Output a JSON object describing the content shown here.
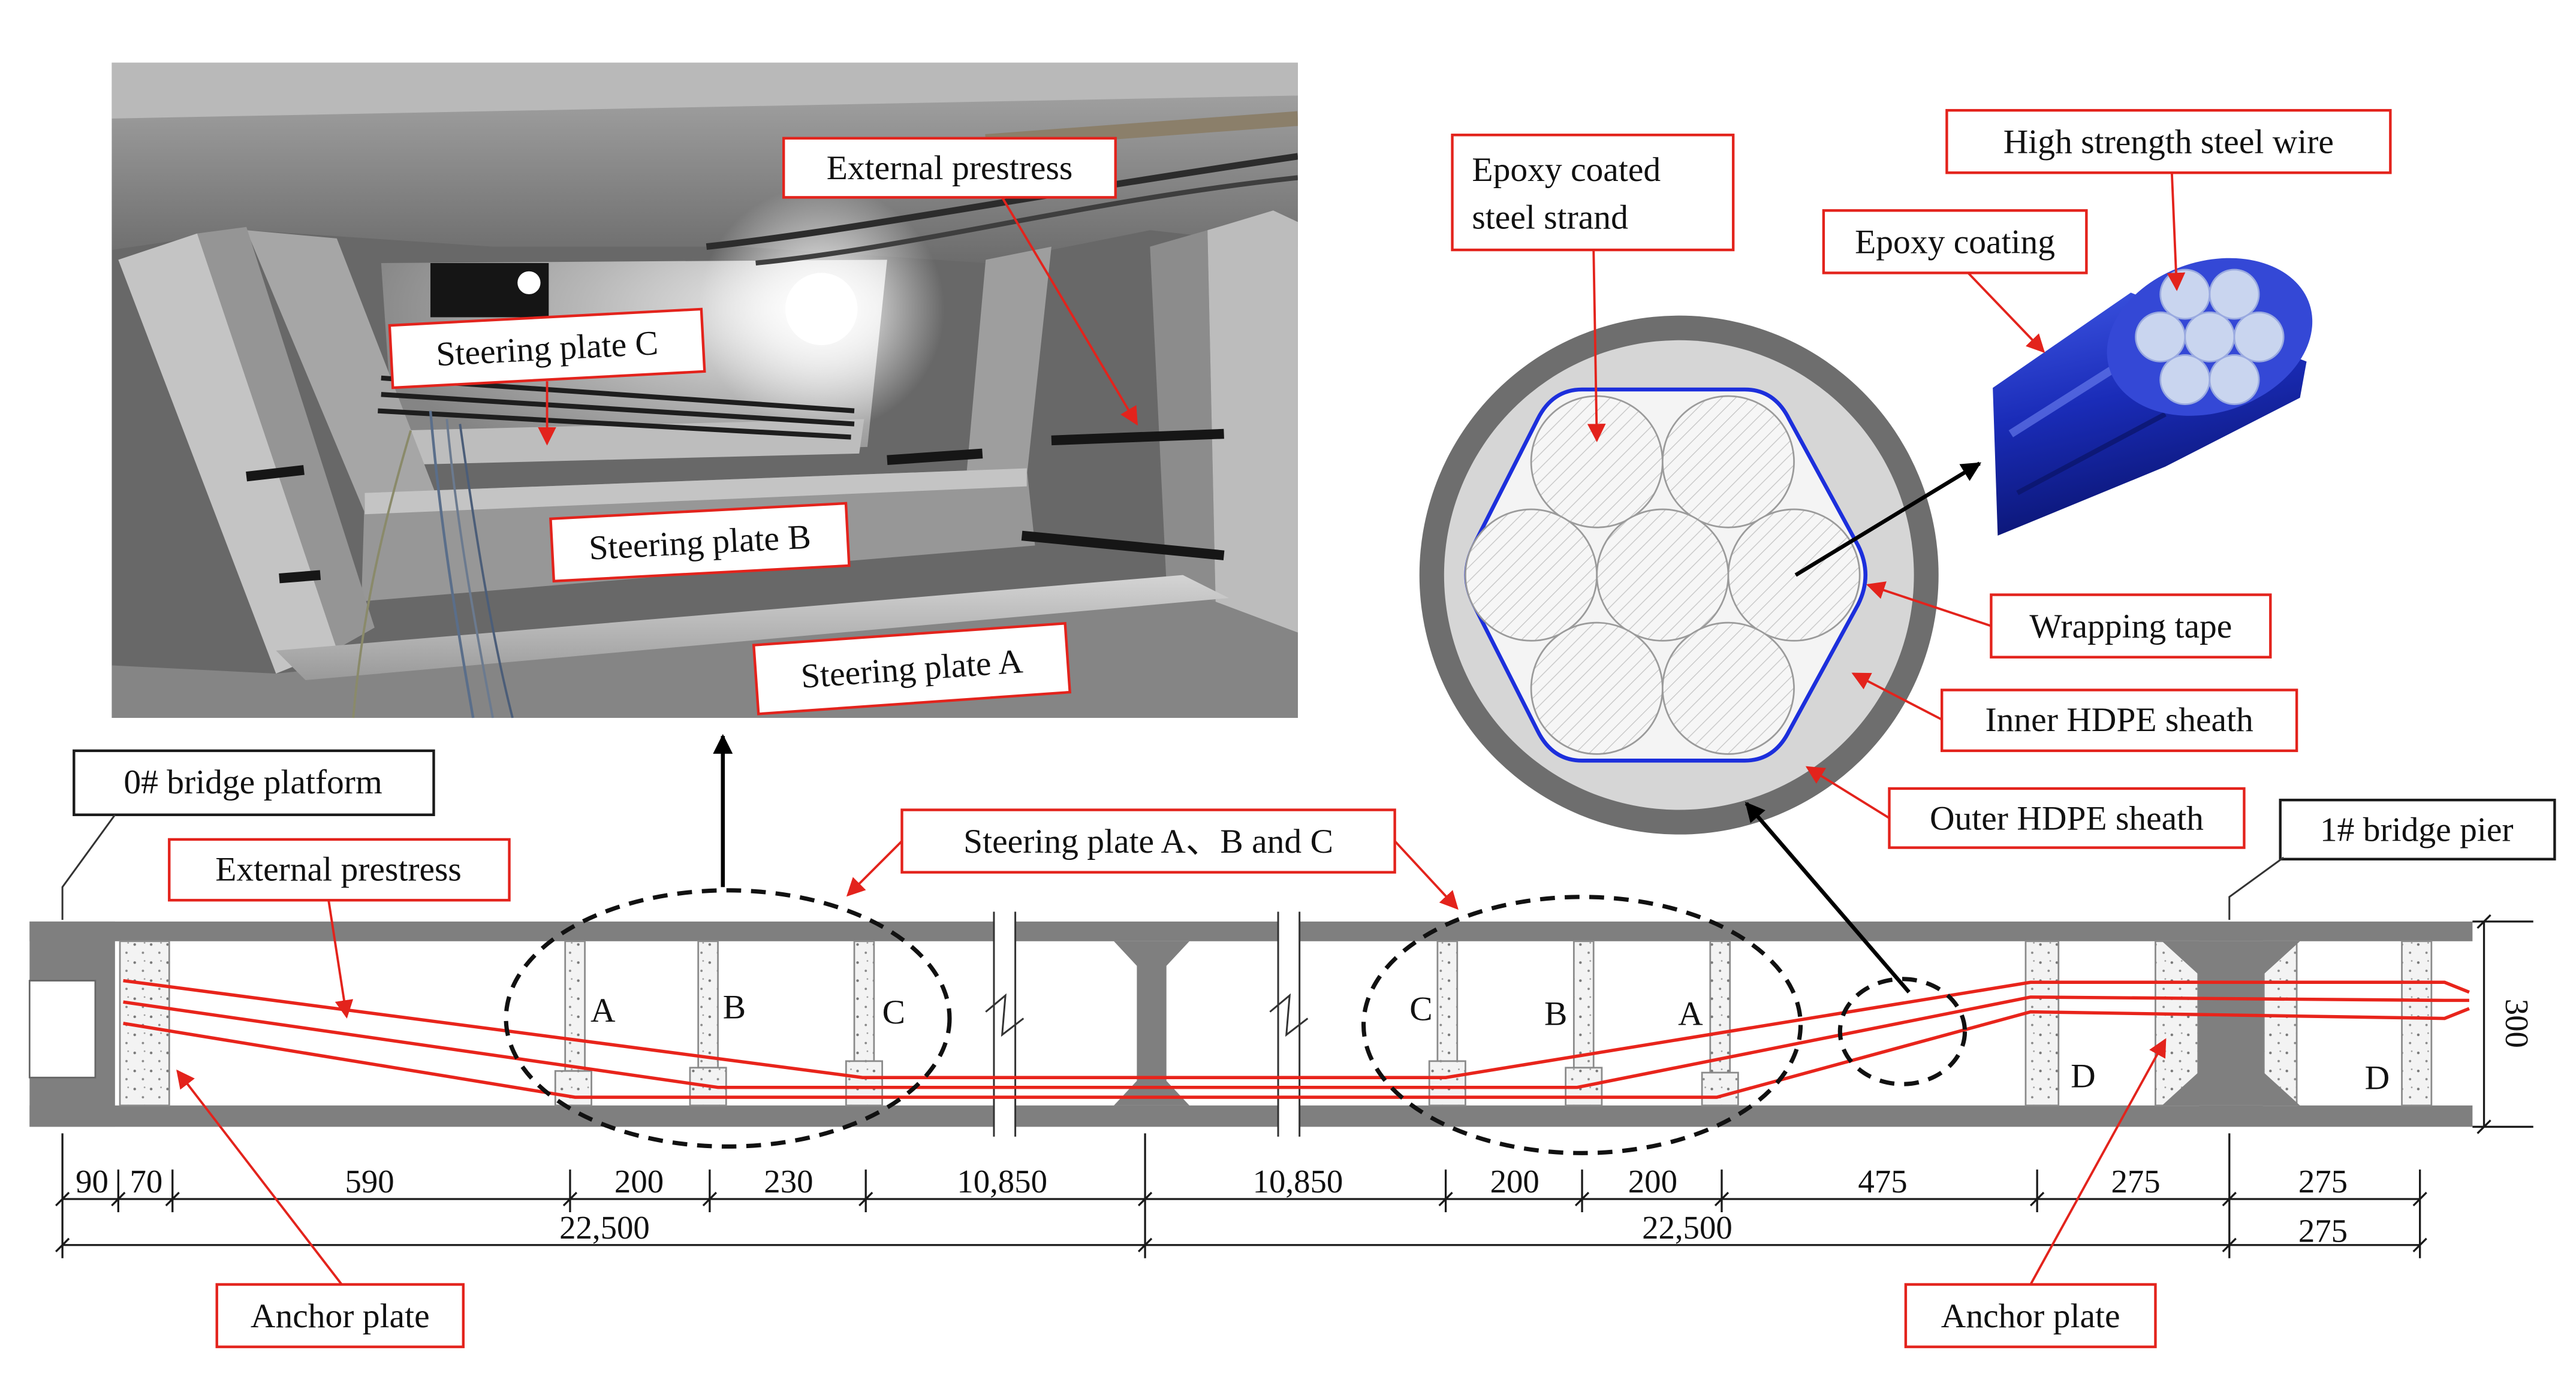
{
  "photo": {
    "external_prestress": "External prestress",
    "steering_plate_c": "Steering plate C",
    "steering_plate_b": "Steering plate B",
    "steering_plate_a": "Steering plate A"
  },
  "elevation": {
    "bridge_platform": "0# bridge platform",
    "bridge_pier": "1# bridge pier",
    "external_prestress": "External prestress",
    "steering_plates": "Steering plate A、B and C",
    "anchor_plate_left": "Anchor plate",
    "anchor_plate_right": "Anchor plate",
    "plate_letters": [
      "A",
      "B",
      "C",
      "C",
      "B",
      "A",
      "D",
      "D"
    ],
    "height_dimension": "300",
    "dimensions_row1": [
      "90",
      "70",
      "590",
      "200",
      "230",
      "10,850",
      "10,850",
      "200",
      "200",
      "475",
      "275",
      "275"
    ],
    "dimensions_row2": [
      "22,500",
      "22,500",
      "275"
    ]
  },
  "cross_section": {
    "epoxy_coated_steel_strand": [
      "Epoxy coated",
      "steel strand"
    ],
    "high_strength_steel_wire": "High strength steel wire",
    "epoxy_coating": "Epoxy coating",
    "wrapping_tape": "Wrapping tape",
    "inner_hdpe_sheath": "Inner HDPE sheath",
    "outer_hdpe_sheath": "Outer HDPE sheath"
  },
  "colors": {
    "label_border": "#e3231c",
    "prestress_tendon": "#e8241b",
    "wrapping_tape": "#1c2fdc",
    "concrete": "#7f7f7f"
  }
}
